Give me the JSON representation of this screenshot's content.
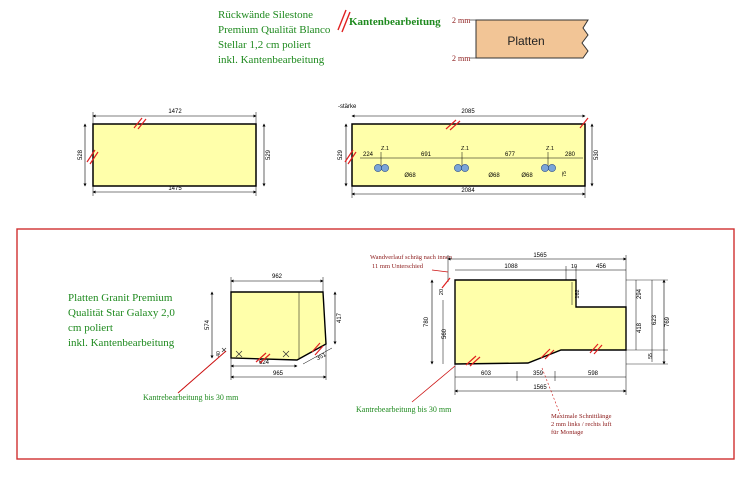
{
  "header": {
    "material_lines": [
      "Rückwände Silestone",
      "Premium Qualität Blanco",
      "Stellar 1,2 cm poliert",
      "inkl. Kantenbearbeitung"
    ],
    "legend_label": "Kantenbearbeitung",
    "plate_label": "Platten",
    "plate_top_mm": "2 mm",
    "plate_bottom_mm": "2 mm"
  },
  "panel_left": {
    "dim_top": "1472",
    "dim_bottom": "1475",
    "dim_left": "528",
    "dim_right": "529"
  },
  "panel_right": {
    "note": "-stärke",
    "dim_top": "2085",
    "dim_bottom": "2084",
    "dim_left": "529",
    "dim_right": "530",
    "dim_segments": [
      "224",
      "691",
      "677",
      "280"
    ],
    "z_labels": [
      "Z.1",
      "Z.1",
      "Z.1"
    ],
    "holes": [
      "Ø68",
      "Ø68",
      "Ø68"
    ],
    "dim_small": "75"
  },
  "granite_box": {
    "material_lines": [
      "Platten Granit Premium",
      "Qualität Star Galaxy 2,0",
      "cm poliert",
      "inkl. Kantenbearbeitung"
    ],
    "edge_note_left": "Kantrebearbeitung bis 30 mm",
    "edge_note_right": "Kantrebearbeitung bis 30 mm",
    "wall_note": [
      "Wandverlauf schräg nach innen",
      "11 mm Unterschied"
    ],
    "cut_note": [
      "Maximale Schnittlänge",
      "2 mm links / rechts luft",
      "für Montage"
    ],
    "piece_a": {
      "dim_top": "962",
      "dim_left": "574",
      "dim_right": "417",
      "dim_bottom_inner": "624",
      "dim_bottom": "965",
      "dim_diag": "351",
      "dim_small": "40"
    },
    "piece_b": {
      "dim_top": "1565",
      "dim_row2": [
        "1088",
        "10",
        "456"
      ],
      "dim_left_outer": "780",
      "dim_left_inner": "560",
      "dim_left_top": "20",
      "dim_right": [
        "294",
        "418",
        "623",
        "769"
      ],
      "dim_notch": "162",
      "dim_bottom_inner": [
        "603",
        "359",
        "598"
      ],
      "dim_bottom": "1565",
      "dim_corner": "55"
    }
  }
}
